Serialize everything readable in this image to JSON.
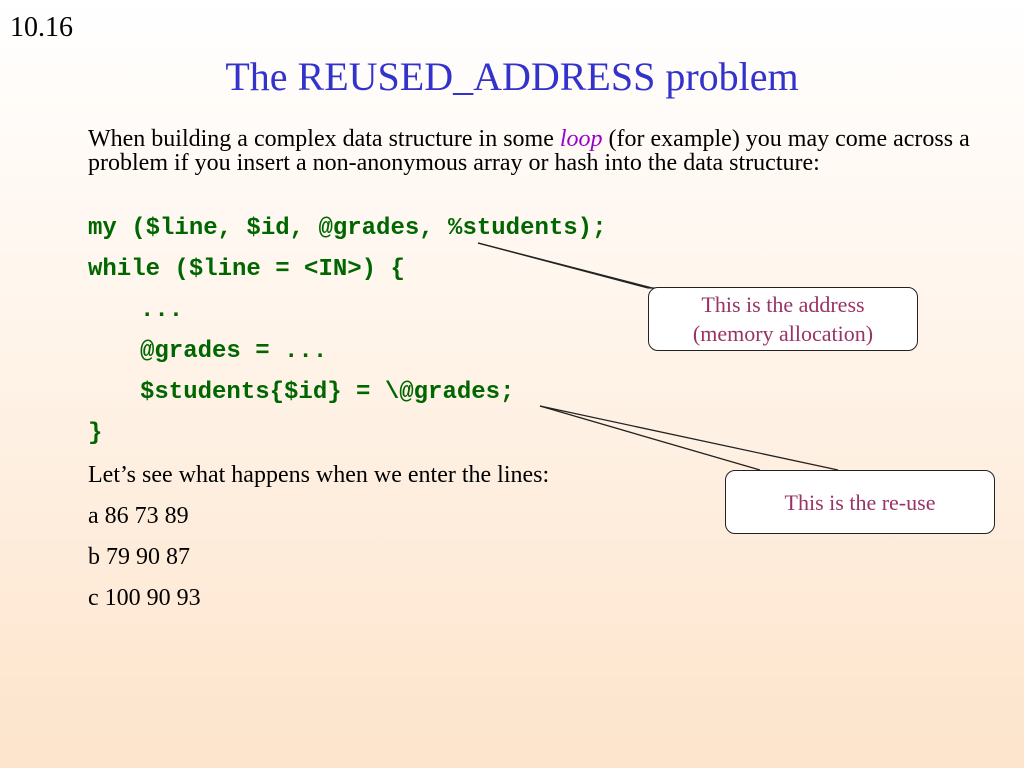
{
  "slide": {
    "number": "10.16",
    "title": "The REUSED_ADDRESS problem"
  },
  "intro": {
    "before": "When building a complex data structure in some ",
    "emphasis": "loop",
    "after": " (for example) you may come across a problem if you insert a non-anonymous array or hash into the data structure:"
  },
  "code": {
    "line1": "my ($line, $id, @grades, %students);",
    "line2": "while ($line = <IN>) {",
    "line3": "...",
    "line4": "@grades = ...",
    "line5": "$students{$id} = \\@grades;",
    "line6": "}"
  },
  "body": {
    "prompt": "Let’s see what happens when we enter the lines:",
    "input1": "a 86 73 89",
    "input2": "b 79 90 87",
    "input3": "c 100 90 93"
  },
  "callouts": {
    "address": "This is the address\n(memory allocation)",
    "reuse": "This is the re-use"
  },
  "colors": {
    "title": "#3333cc",
    "code": "#006600",
    "emphasis": "#9900cc",
    "callout_text": "#993366"
  }
}
